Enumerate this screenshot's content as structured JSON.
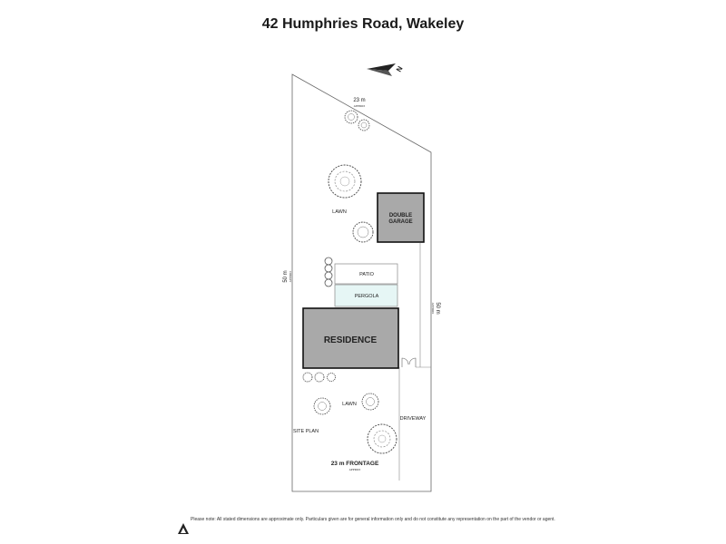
{
  "title": "42 Humphries Road, Wakeley",
  "plan": {
    "north_label": "N",
    "dims": {
      "top_width": "23 m",
      "top_width_note": "APPROX",
      "left_length": "50 m",
      "left_length_note": "APPROX",
      "right_length": "50 m",
      "right_length_note": "APPROX",
      "frontage": "23 m FRONTAGE",
      "frontage_note": "APPROX"
    },
    "labels": {
      "lawn_back": "LAWN",
      "garage_line1": "DOUBLE",
      "garage_line2": "GARAGE",
      "patio": "PATIO",
      "pergola": "PERGOLA",
      "residence": "RESIDENCE",
      "lawn_front": "LAWN",
      "driveway": "DRIVEWAY",
      "site_plan": "SITE PLAN"
    }
  },
  "footer": {
    "disclaimer": "Please note: All stated dimensions are approximate only. Particulars given are for general information only and do not constitute any representation on the part of the vendor or agent."
  },
  "colors": {
    "building_fill": "#a9a9a9",
    "pergola_fill": "#e6f6f5",
    "line": "#333333"
  }
}
